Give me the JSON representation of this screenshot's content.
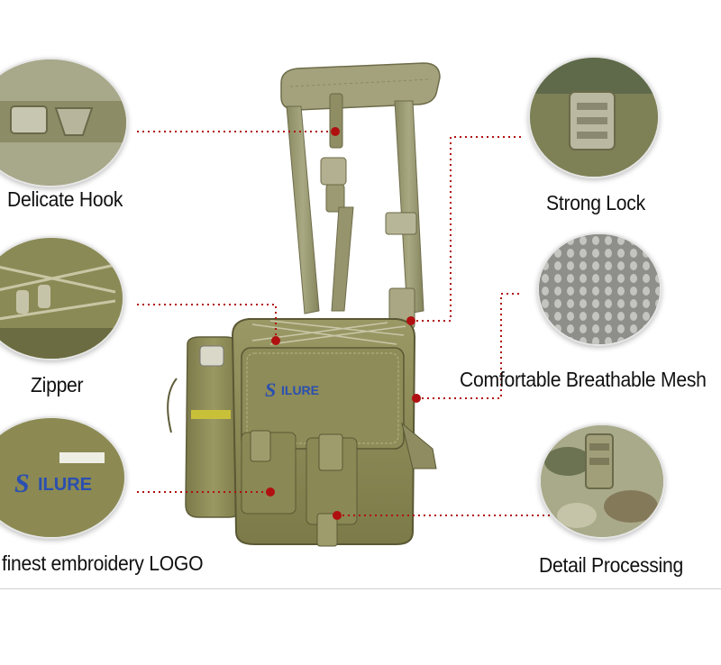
{
  "callouts": {
    "delicate_hook": "Delicate Hook",
    "zipper": "Zipper",
    "finest_logo": "finest embroidery LOGO",
    "strong_lock": "Strong Lock",
    "breathable_mesh": "Comfortable Breathable Mesh",
    "detail_processing": "Detail Processing"
  },
  "colors": {
    "bag_khaki": "#8c8a56",
    "strap_khaki": "#9a9a72",
    "pointer_red": "#b01010",
    "logo_blue": "#2a4fb0"
  },
  "bag_logo_text": "SILURE"
}
